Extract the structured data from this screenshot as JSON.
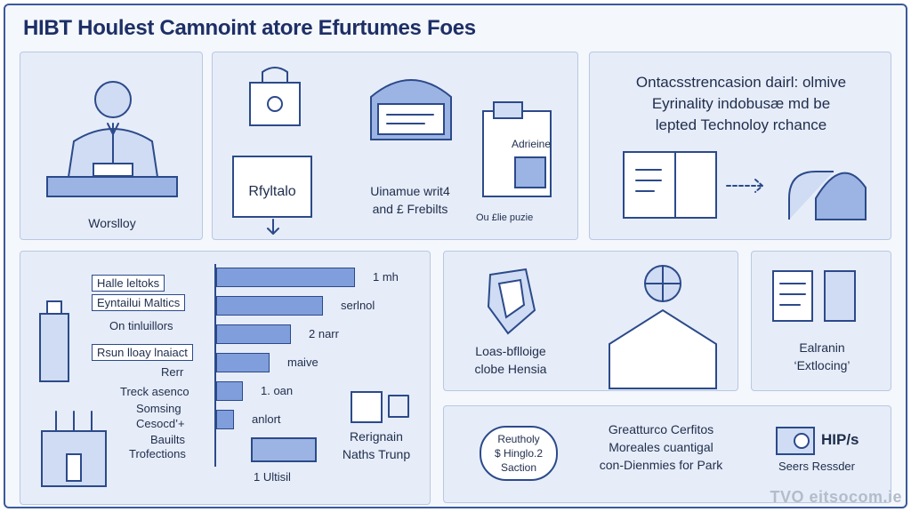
{
  "title": "HIBT Houlest Camnoint atore Efurtumes Foes",
  "panel1": {
    "caption": "Worslloy"
  },
  "panel2": {
    "box_label": "Rfyltalo",
    "caption_line1": "Uinamue writ4",
    "caption_line2": "and £ Frebilts",
    "doc_label": "Adrieine",
    "small_label": "Ou £lie puzie"
  },
  "panel3": {
    "line1": "Ontacsstrencasion dairl: olmive",
    "line2": "Eyrinality indobusæ md be",
    "line3": "lepted Technoloy rchance"
  },
  "panel4": {
    "box1": "Halle leltoks",
    "box2": "Eyntailui Maltics",
    "item3": "On tinluillors",
    "box4": "Rsun lloay lnaiact",
    "item5": "Rerr",
    "list": [
      "Treck asenco",
      "Somsing",
      "Cesocd’+",
      "Bauilts",
      "Trofections"
    ],
    "bars": [
      {
        "label": "1 mh",
        "value": 0.78
      },
      {
        "label": "serlnol",
        "value": 0.6
      },
      {
        "label": "2 narr",
        "value": 0.42
      },
      {
        "label": "maive",
        "value": 0.3
      },
      {
        "label": "1. oan",
        "value": 0.15
      },
      {
        "label": "anlort",
        "value": 0.1
      }
    ],
    "bottom_label": "1 Ultisil",
    "side_line1": "Rerignain",
    "side_line2": "Naths Trunp"
  },
  "panel5": {
    "line1": "Loas-bflloige",
    "line2": "clobe Hensia"
  },
  "panel6": {
    "line1": "Ealranin",
    "line2": "‘Extlocing’"
  },
  "panel7": {
    "badge_line1": "Reutholy",
    "badge_line2": "$ Hinglo.2",
    "badge_line3": "Saction",
    "line1": "Greatturco Cerfitos",
    "line2": "Moreales cuantigal",
    "line3": "con-Dienmies for Park",
    "tag": "HIP/s",
    "sub": "Seers Ressder"
  },
  "watermark": "TVO eitsocom.ie"
}
